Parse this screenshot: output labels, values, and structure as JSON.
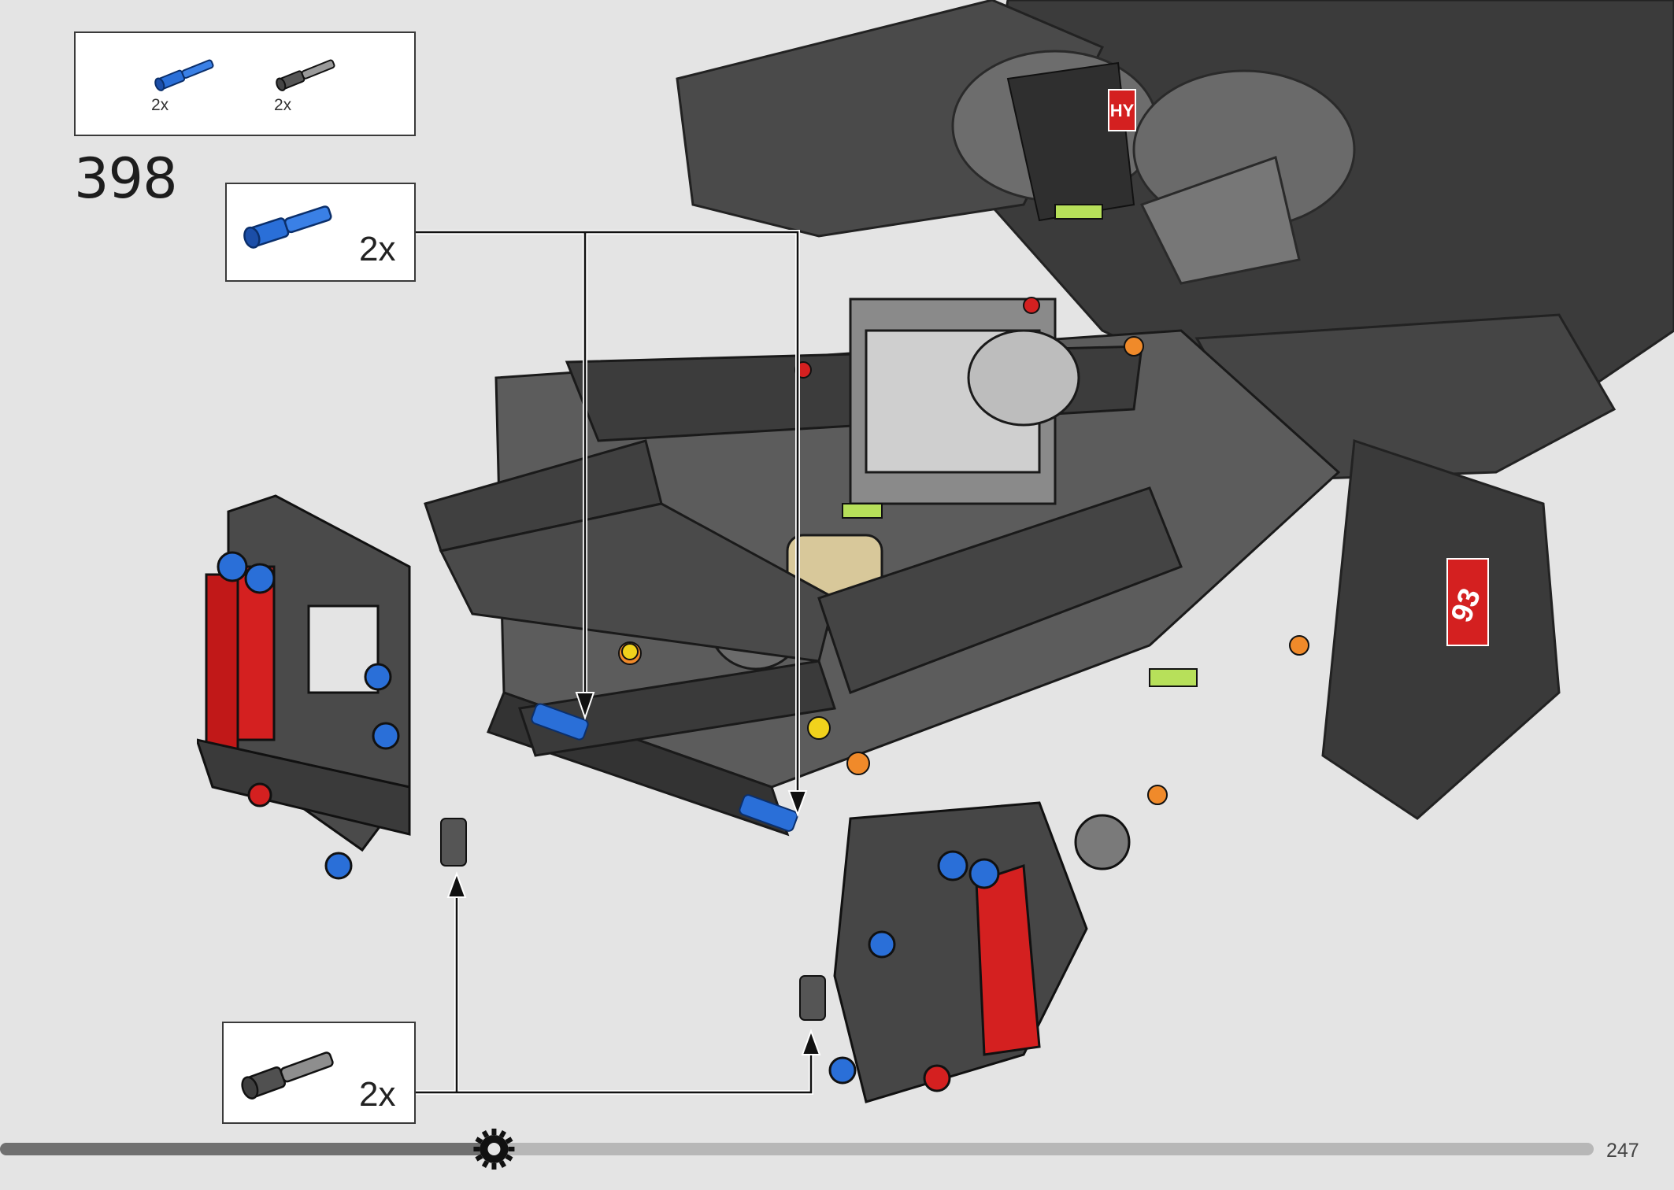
{
  "step": {
    "number": "398"
  },
  "parts_list": {
    "items": [
      {
        "name": "blue-axle-pin-icon",
        "qty": "2x"
      },
      {
        "name": "dark-gray-axle-pin-icon",
        "qty": "2x"
      }
    ]
  },
  "callouts": [
    {
      "part": "blue-axle-pin-icon",
      "qty": "2x"
    },
    {
      "part": "dark-gray-axle-pin-icon",
      "qty": "2x"
    }
  ],
  "model": {
    "name": "race-car-technic-model",
    "sticker_text": "HY",
    "race_number": "93"
  },
  "footer": {
    "page_number": "247",
    "progress": 0.31
  },
  "colors": {
    "background": "#e4e4e4",
    "part_blue": "#1f5fc8",
    "part_dark_gray": "#4a4a4a",
    "frame_dark": "#3c3c3c",
    "frame_light": "#8c8c8c",
    "accent_red": "#d42020",
    "accent_orange": "#f08a2a",
    "accent_lime": "#b7e05a",
    "accent_yellow": "#f1d21c"
  }
}
